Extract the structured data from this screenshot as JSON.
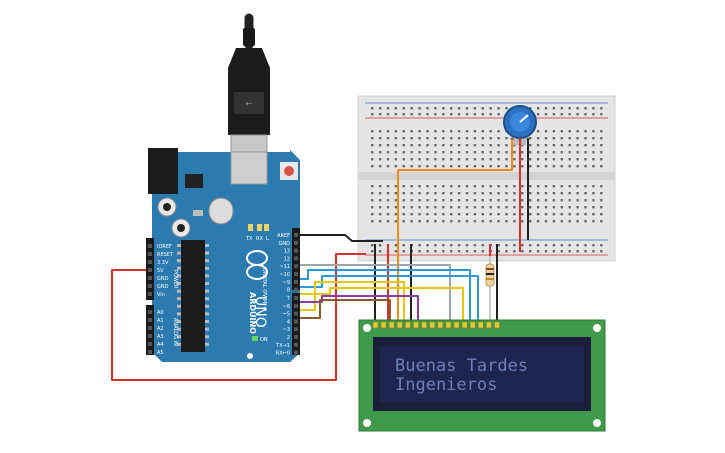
{
  "arduino": {
    "brand": "ARDUINO",
    "model": "UNO",
    "tx_label": "TX",
    "rx_label": "RX",
    "l_label": "L",
    "on_label": "ON",
    "power_header_title": "POWER",
    "analog_header_title": "ANALOG IN",
    "digital_header_title": "DIGITAL (PWM ~)",
    "power_pins": [
      "IOREF",
      "RESET",
      "3.3V",
      "5V",
      "GND",
      "GND",
      "Vin"
    ],
    "analog_pins": [
      "A0",
      "A1",
      "A2",
      "A3",
      "A4",
      "A5"
    ],
    "digital_pins_top": [
      "AREF",
      "GND",
      "13",
      "12",
      "~11",
      "~10",
      "~9",
      "8"
    ],
    "digital_pins_bottom": [
      "7",
      "~6",
      "~5",
      "4",
      "~3",
      "2",
      "TX→1",
      "RX←0"
    ]
  },
  "lcd": {
    "line1": "Buenas Tardes",
    "line2": "Ingenieros"
  },
  "colors": {
    "arduino_board": "#2b7bb0",
    "lcd_pcb": "#3f9a4c",
    "lcd_screen": "#1e2650",
    "lcd_text": "#6f7fb8",
    "breadboard": "#e4e4e4",
    "wire_red": "#d82e2e",
    "wire_black": "#222222",
    "wire_orange": "#f08a1c",
    "wire_yellow": "#e6c80a",
    "wire_blue": "#2a9bd7",
    "wire_purple": "#8a3ba8",
    "wire_brown": "#8a5a2b",
    "wire_gray": "#9aa6b0",
    "potentiometer": "#2a6fc0"
  }
}
